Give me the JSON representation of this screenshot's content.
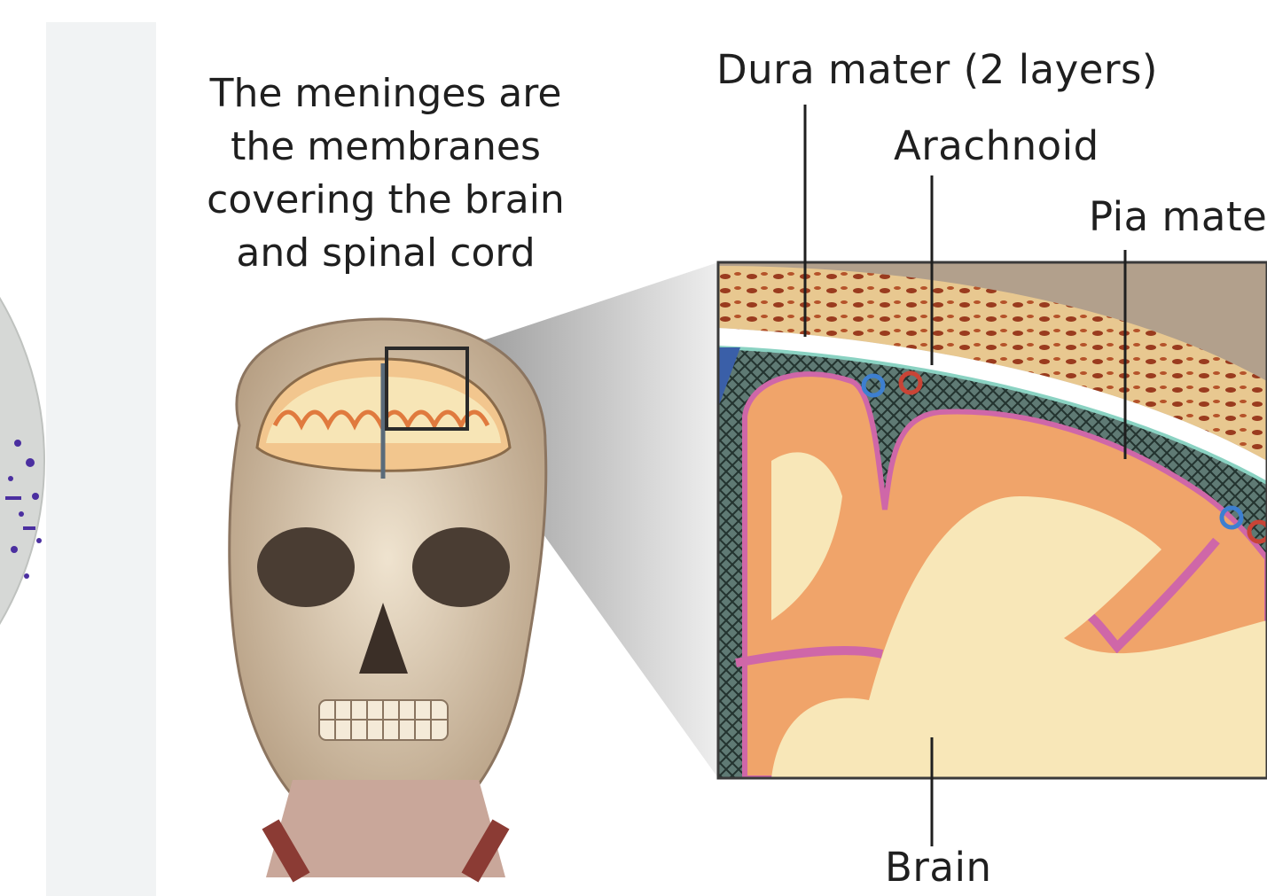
{
  "intro_text": {
    "line1": "The meninges are",
    "line2": "the membranes",
    "line3": "covering the brain",
    "line4": "and spinal cord"
  },
  "labels": {
    "dura": "Dura mater (2 layers)",
    "arachnoid": "Arachnoid",
    "pia": "Pia mate",
    "brain": "Brain"
  },
  "colors": {
    "cortex": "#f0a46a",
    "white_matter": "#f8e7b8",
    "bone": "#e9c48a",
    "pia": "#cf67a8",
    "arachnoid_mesh": "#3f5d5a",
    "vessel_blue": "#3d7fd0",
    "vessel_red": "#c94436"
  }
}
